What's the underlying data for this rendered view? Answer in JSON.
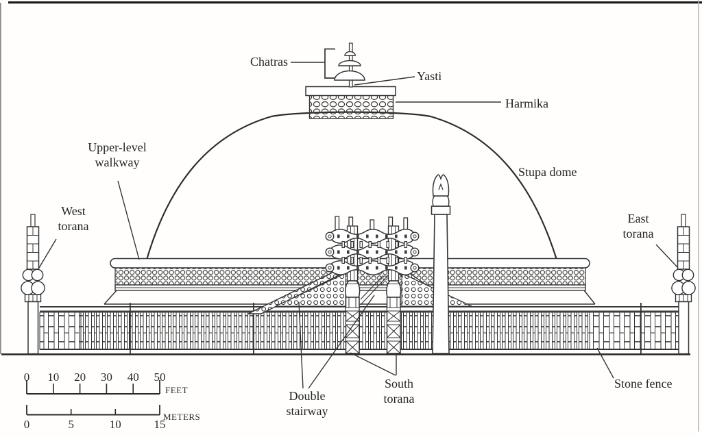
{
  "drawing": {
    "labels": {
      "chatras": "Chatras",
      "yasti": "Yasti",
      "harmika": "Harmika",
      "stupa_dome": "Stupa dome",
      "upper_level_walkway": [
        "Upper-level",
        "walkway"
      ],
      "west_torana": [
        "West",
        "torana"
      ],
      "east_torana": [
        "East",
        "torana"
      ],
      "double_stairway": [
        "Double",
        "stairway"
      ],
      "south_torana": [
        "South",
        "torana"
      ],
      "stone_fence": "Stone fence"
    },
    "scale_bars": {
      "feet": {
        "unit": "FEET",
        "ticks": [
          "0",
          "10",
          "20",
          "30",
          "40",
          "50"
        ]
      },
      "meters": {
        "unit": "METERS",
        "ticks": [
          "0",
          "5",
          "10",
          "15"
        ]
      }
    },
    "colors": {
      "ink": "#333333",
      "background": "#ffffff"
    }
  }
}
